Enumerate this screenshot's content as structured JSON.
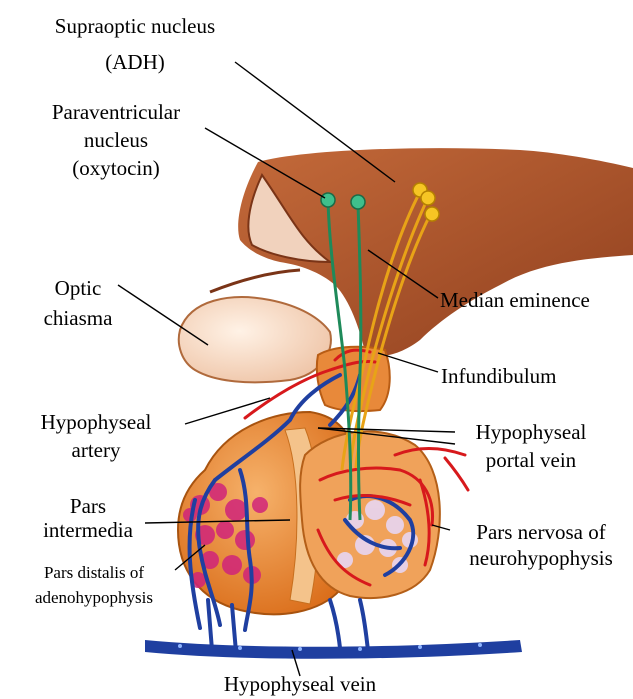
{
  "labels": {
    "supraoptic": [
      "Supraoptic nucleus",
      "(ADH)"
    ],
    "paraventricular": [
      "Paraventricular",
      "nucleus",
      "(oxytocin)"
    ],
    "optic_chiasma": [
      "Optic",
      "chiasma"
    ],
    "median_eminence": [
      "Median eminence"
    ],
    "infundibulum": [
      "Infundibulum"
    ],
    "hypophyseal_artery": [
      "Hypophyseal",
      "artery"
    ],
    "hypophyseal_portal_vein": [
      "Hypophyseal",
      "portal vein"
    ],
    "pars_intermedia": [
      "Pars",
      "intermedia"
    ],
    "pars_nervosa": [
      "Pars nervosa of",
      "neurohypophysis"
    ],
    "pars_distalis": [
      "Pars distalis of",
      "adenohypophysis"
    ],
    "hypophyseal_vein": [
      "Hypophyseal vein"
    ]
  },
  "colors": {
    "brain_tissue": "#a0522d",
    "chiasma": "#f8dcc8",
    "infundibulum": "#e8893a",
    "adenohypophysis": "#e07a22",
    "artery": "#d7191c",
    "vein": "#1f3fa0",
    "axon_supraoptic": "#e8a317",
    "axon_paraventricular": "#1e8a5a",
    "capillary_bed": "#c2185b"
  }
}
